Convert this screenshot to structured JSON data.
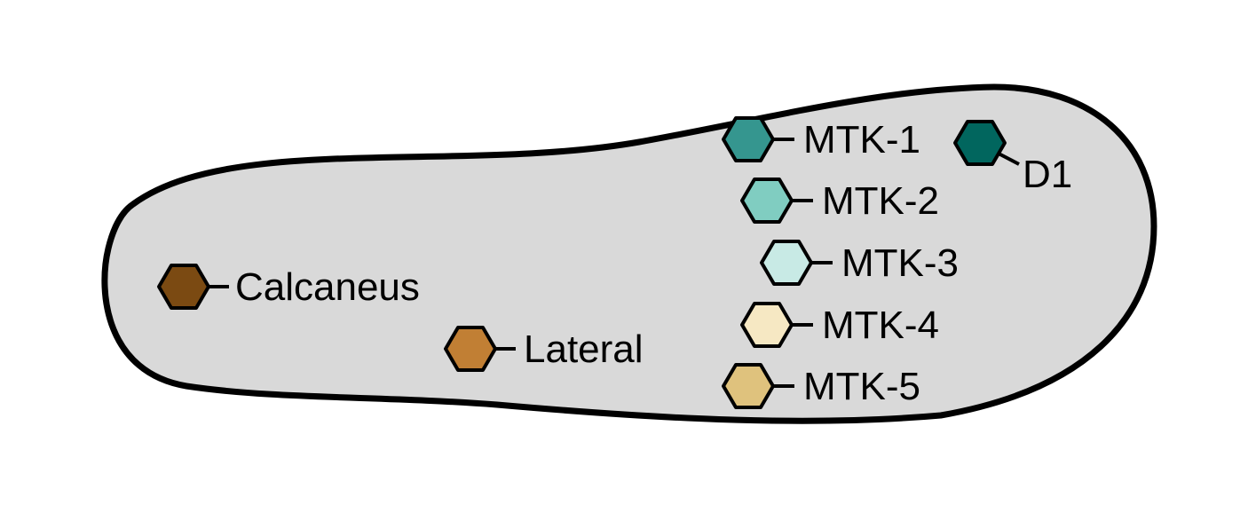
{
  "sensors": [
    {
      "id": "calcaneus",
      "label": "Calcaneus",
      "color": "#7b4a12"
    },
    {
      "id": "lateral",
      "label": "Lateral",
      "color": "#c17f34"
    },
    {
      "id": "mtk1",
      "label": "MTK-1",
      "color": "#35968f"
    },
    {
      "id": "mtk2",
      "label": "MTK-2",
      "color": "#80cdc1"
    },
    {
      "id": "mtk3",
      "label": "MTK-3",
      "color": "#c8eae5"
    },
    {
      "id": "mtk4",
      "label": "MTK-4",
      "color": "#f6e8c3"
    },
    {
      "id": "mtk5",
      "label": "MTK-5",
      "color": "#dfc27d"
    },
    {
      "id": "d1",
      "label": "D1",
      "color": "#01665e"
    }
  ]
}
